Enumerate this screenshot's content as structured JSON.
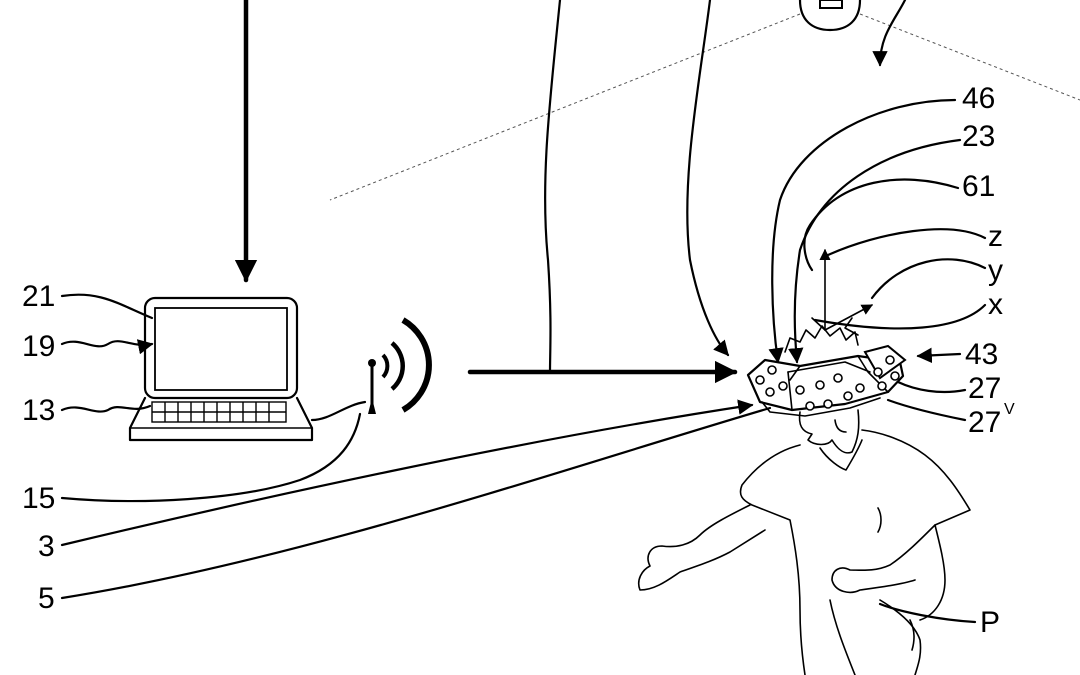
{
  "labels": {
    "l46": "46",
    "l23": "23",
    "l61": "61",
    "lz": "z",
    "ly": "y",
    "lx": "x",
    "l43": "43",
    "l27": "27",
    "l27v_base": "27",
    "l27v_sup": "V",
    "l21": "21",
    "l19": "19",
    "l13": "13",
    "l15": "15",
    "l3": "3",
    "l5": "5",
    "lP": "P"
  }
}
